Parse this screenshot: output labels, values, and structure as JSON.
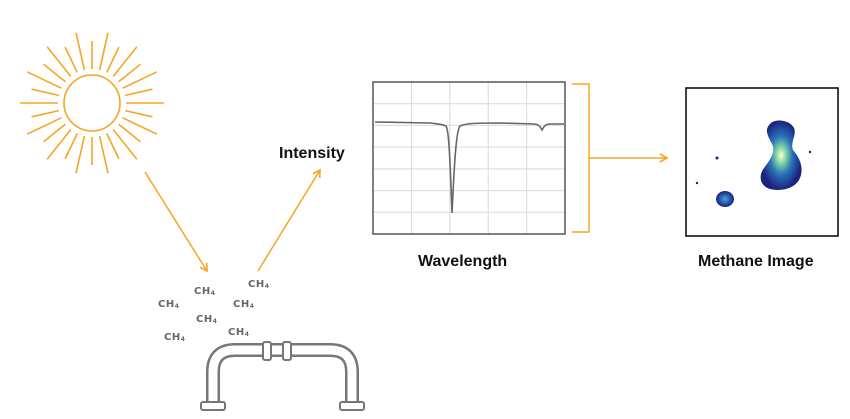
{
  "labels": {
    "intensity": "Intensity",
    "wavelength": "Wavelength",
    "methane_image": "Methane Image"
  },
  "molecules": [
    {
      "formula": "CH",
      "sub": "4"
    },
    {
      "formula": "CH",
      "sub": "4"
    },
    {
      "formula": "CH",
      "sub": "4"
    },
    {
      "formula": "CH",
      "sub": "4"
    },
    {
      "formula": "CH",
      "sub": "4"
    },
    {
      "formula": "CH",
      "sub": "4"
    },
    {
      "formula": "CH",
      "sub": "4"
    }
  ],
  "icons": {
    "sun": "sun-icon",
    "pipe": "pipeline-icon"
  },
  "colors": {
    "accent": "#f5a623",
    "pipe": "#777777",
    "plot_line": "#666666",
    "grid": "#d9d9d9"
  }
}
